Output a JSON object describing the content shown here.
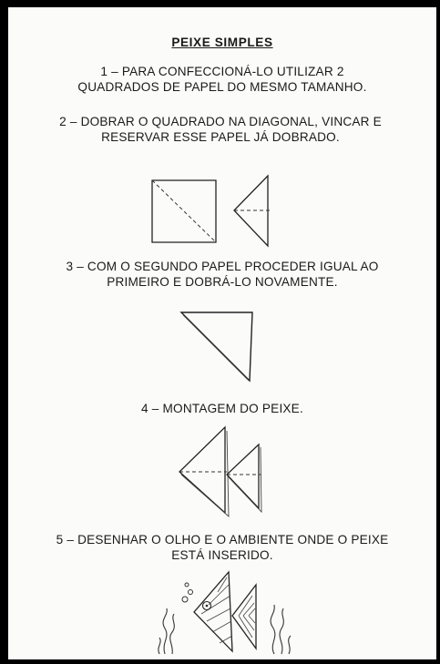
{
  "document": {
    "title": "PEIXE SIMPLES",
    "steps": [
      "1 – PARA CONFECCIONÁ-LO UTILIZAR 2\nQUADRADOS DE PAPEL DO MESMO TAMANHO.",
      "2 – DOBRAR O QUADRADO NA DIAGONAL, VINCAR E\nRESERVAR ESSE PAPEL JÁ DOBRADO.",
      "3 – COM O SEGUNDO PAPEL PROCEDER IGUAL AO\nPRIMEIRO E DOBRÁ-LO NOVAMENTE.",
      "4 – MONTAGEM DO PEIXE.",
      "5 – DESENHAR O OLHO E O AMBIENTE ONDE O PEIXE\nESTÁ INSERIDO."
    ]
  }
}
